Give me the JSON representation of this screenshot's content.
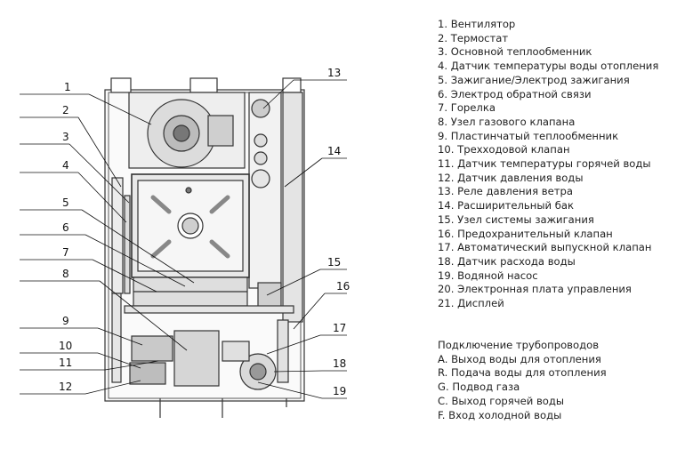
{
  "diagram": {
    "callouts": [
      "1",
      "2",
      "3",
      "4",
      "5",
      "6",
      "7",
      "8",
      "9",
      "10",
      "11",
      "12",
      "13",
      "14",
      "15",
      "16",
      "17",
      "18",
      "19"
    ]
  },
  "legend": {
    "items": [
      "1. Вентилятор",
      "2. Термостат",
      "3. Основной теплообменник",
      "4. Датчик температуры воды отопления",
      "5. Зажигание/Электрод зажигания",
      "6. Электрод обратной связи",
      "7. Горелка",
      "8. Узел газового клапана",
      "9. Пластинчатый теплообменник",
      "10. Трехходовой клапан",
      "11. Датчик температуры горячей воды",
      "12. Датчик давления воды",
      "13. Реле давления ветра",
      "14. Расширительный бак",
      "15. Узел системы зажигания",
      "16. Предохранительный клапан",
      "17. Автоматический выпускной клапан",
      "18. Датчик расхода воды",
      "19. Водяной насос",
      "20. Электронная плата управления",
      "21. Дисплей"
    ]
  },
  "connections": {
    "title": "Подключение трубопроводов",
    "items": [
      "A. Выход воды для отопления",
      "R. Подача воды для отопления",
      "G. Подвод газа",
      "C. Выход горячей воды",
      "F. Вход холодной воды"
    ]
  }
}
